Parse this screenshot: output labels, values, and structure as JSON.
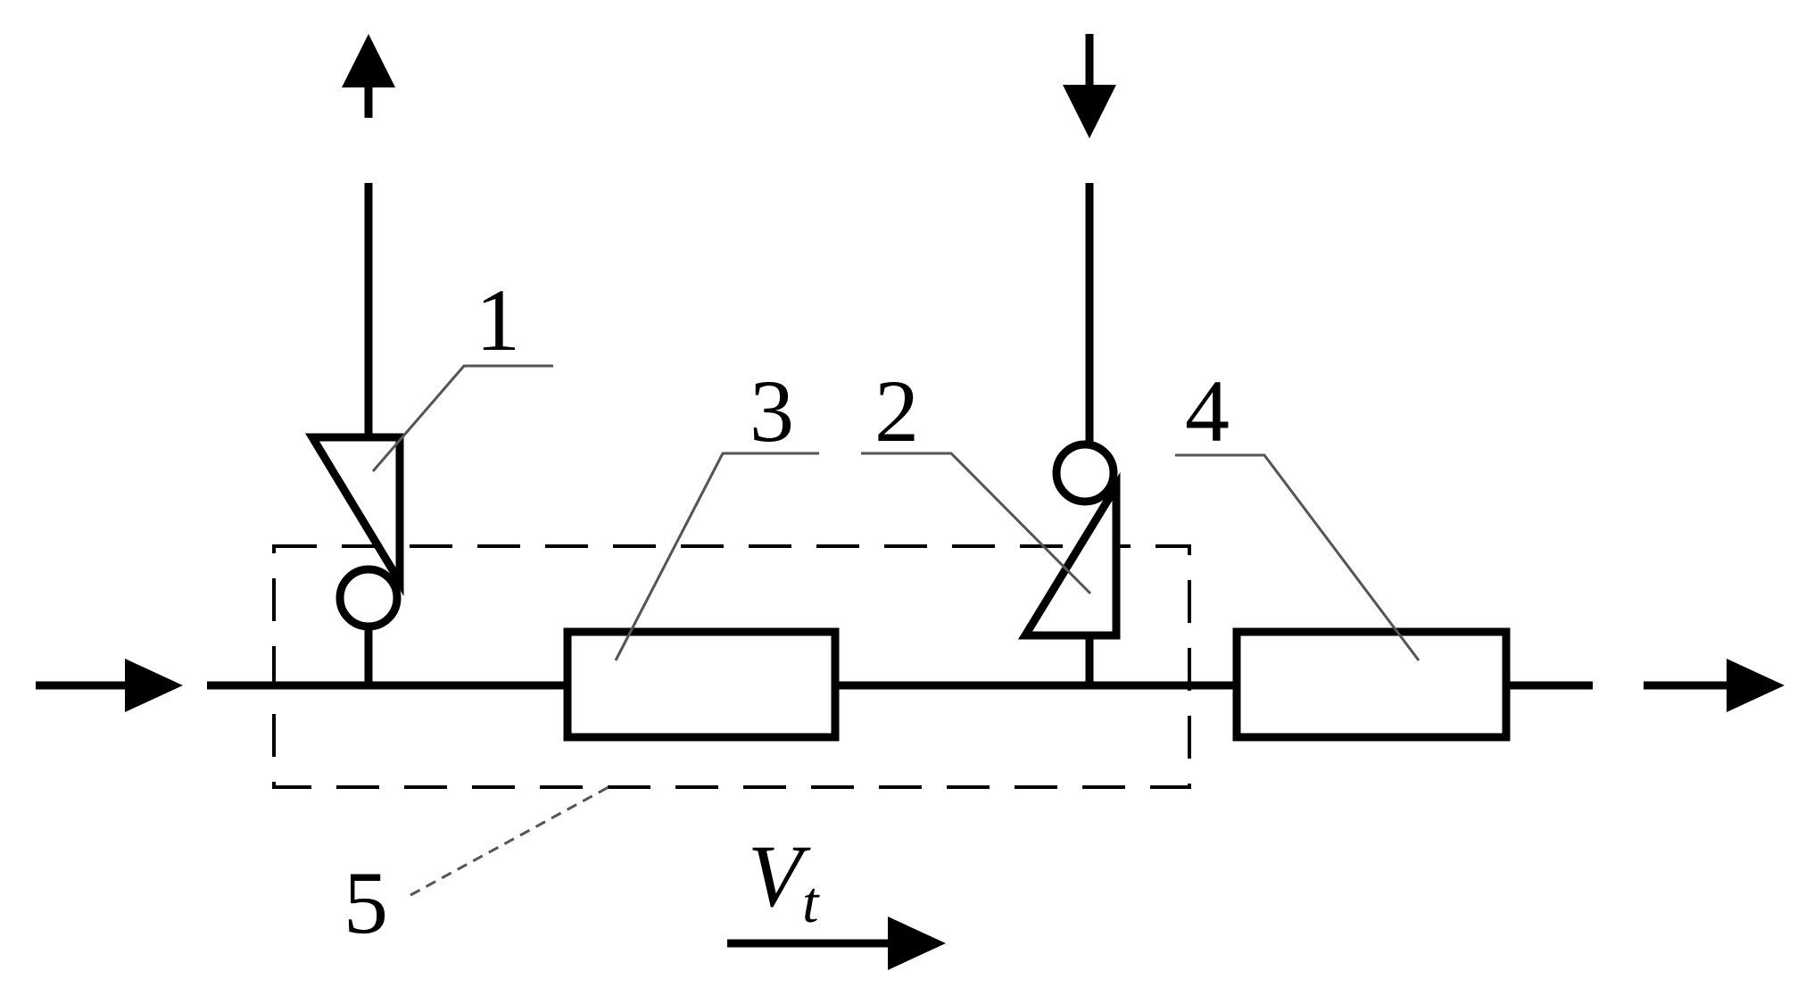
{
  "labels": {
    "valve1": "1",
    "valve2": "2",
    "element3": "3",
    "element4": "4",
    "region5": "5"
  },
  "velocity": {
    "symbol": "V",
    "subscript": "t"
  }
}
